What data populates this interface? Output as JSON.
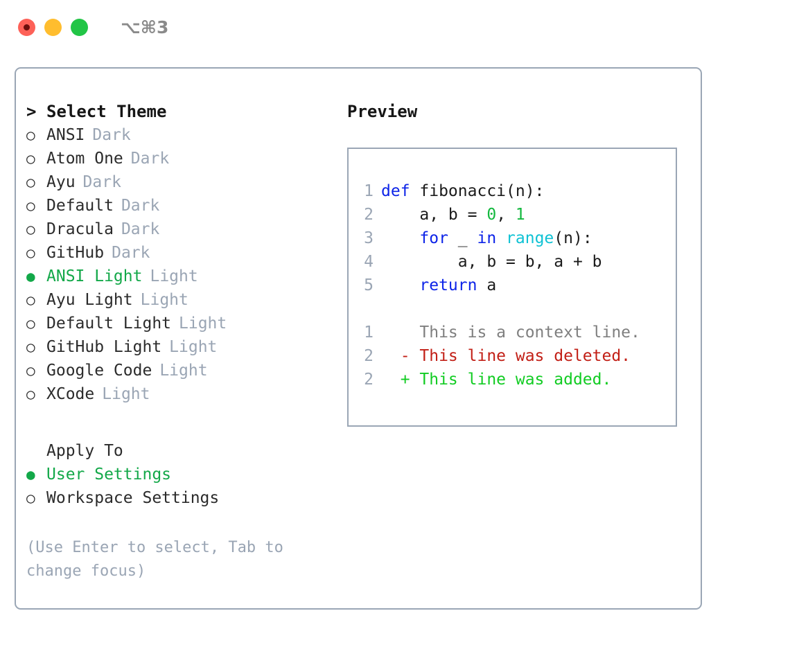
{
  "titlebar": {
    "shortcut": "⌥⌘3",
    "buttons": [
      {
        "name": "close",
        "color": "#fd6158"
      },
      {
        "name": "minimize",
        "color": "#ffbd2e"
      },
      {
        "name": "maximize",
        "color": "#22c546"
      }
    ]
  },
  "theme_picker": {
    "heading": "Select Theme",
    "heading_marker": ">",
    "bullet_unselected": "○",
    "bullet_selected": "●",
    "accent_color": "#13a849",
    "tag_color": "#9aa5b4",
    "items": [
      {
        "label": "ANSI",
        "tag": "Dark",
        "selected": false
      },
      {
        "label": "Atom One",
        "tag": "Dark",
        "selected": false
      },
      {
        "label": "Ayu",
        "tag": "Dark",
        "selected": false
      },
      {
        "label": "Default",
        "tag": "Dark",
        "selected": false
      },
      {
        "label": "Dracula",
        "tag": "Dark",
        "selected": false
      },
      {
        "label": "GitHub",
        "tag": "Dark",
        "selected": false
      },
      {
        "label": "ANSI Light",
        "tag": "Light",
        "selected": true
      },
      {
        "label": "Ayu Light",
        "tag": "Light",
        "selected": false
      },
      {
        "label": "Default Light",
        "tag": "Light",
        "selected": false
      },
      {
        "label": "GitHub Light",
        "tag": "Light",
        "selected": false
      },
      {
        "label": "Google Code",
        "tag": "Light",
        "selected": false
      },
      {
        "label": "XCode",
        "tag": "Light",
        "selected": false
      }
    ]
  },
  "apply_to": {
    "heading": "Apply To",
    "items": [
      {
        "label": "User Settings",
        "selected": true
      },
      {
        "label": "Workspace Settings",
        "selected": false
      }
    ]
  },
  "hint": "(Use Enter to select, Tab to change focus)",
  "preview": {
    "heading": "Preview",
    "code_lines": [
      {
        "number": "1",
        "tokens": [
          {
            "text": "def",
            "kind": "kw"
          },
          {
            "text": " fibonacci(n):",
            "kind": "plain"
          }
        ]
      },
      {
        "number": "2",
        "tokens": [
          {
            "text": "    a, b = ",
            "kind": "plain"
          },
          {
            "text": "0",
            "kind": "num"
          },
          {
            "text": ", ",
            "kind": "plain"
          },
          {
            "text": "1",
            "kind": "num"
          }
        ]
      },
      {
        "number": "3",
        "tokens": [
          {
            "text": "    ",
            "kind": "plain"
          },
          {
            "text": "for",
            "kind": "kw"
          },
          {
            "text": " _ ",
            "kind": "plain"
          },
          {
            "text": "in",
            "kind": "kw"
          },
          {
            "text": " ",
            "kind": "plain"
          },
          {
            "text": "range",
            "kind": "fn"
          },
          {
            "text": "(n):",
            "kind": "plain"
          }
        ]
      },
      {
        "number": "4",
        "tokens": [
          {
            "text": "        a, b = b, a + b",
            "kind": "plain"
          }
        ]
      },
      {
        "number": "5",
        "tokens": [
          {
            "text": "    ",
            "kind": "plain"
          },
          {
            "text": "return",
            "kind": "kw"
          },
          {
            "text": " a",
            "kind": "plain"
          }
        ]
      }
    ],
    "diff_lines": [
      {
        "number": "1",
        "sign": " ",
        "text": "This is a context line.",
        "kind": "ctx"
      },
      {
        "number": "2",
        "sign": "-",
        "text": "This line was deleted.",
        "kind": "del"
      },
      {
        "number": "2",
        "sign": "+",
        "text": "This line was added.",
        "kind": "add"
      }
    ],
    "colors": {
      "keyword": "#0d24e8",
      "number": "#13b83e",
      "function": "#0fc2d4",
      "plain": "#1b1b1b",
      "lineno": "#9aa5b4",
      "diff_context": "#7f7f7f",
      "diff_deleted": "#c21f16",
      "diff_added": "#12cc23"
    }
  }
}
